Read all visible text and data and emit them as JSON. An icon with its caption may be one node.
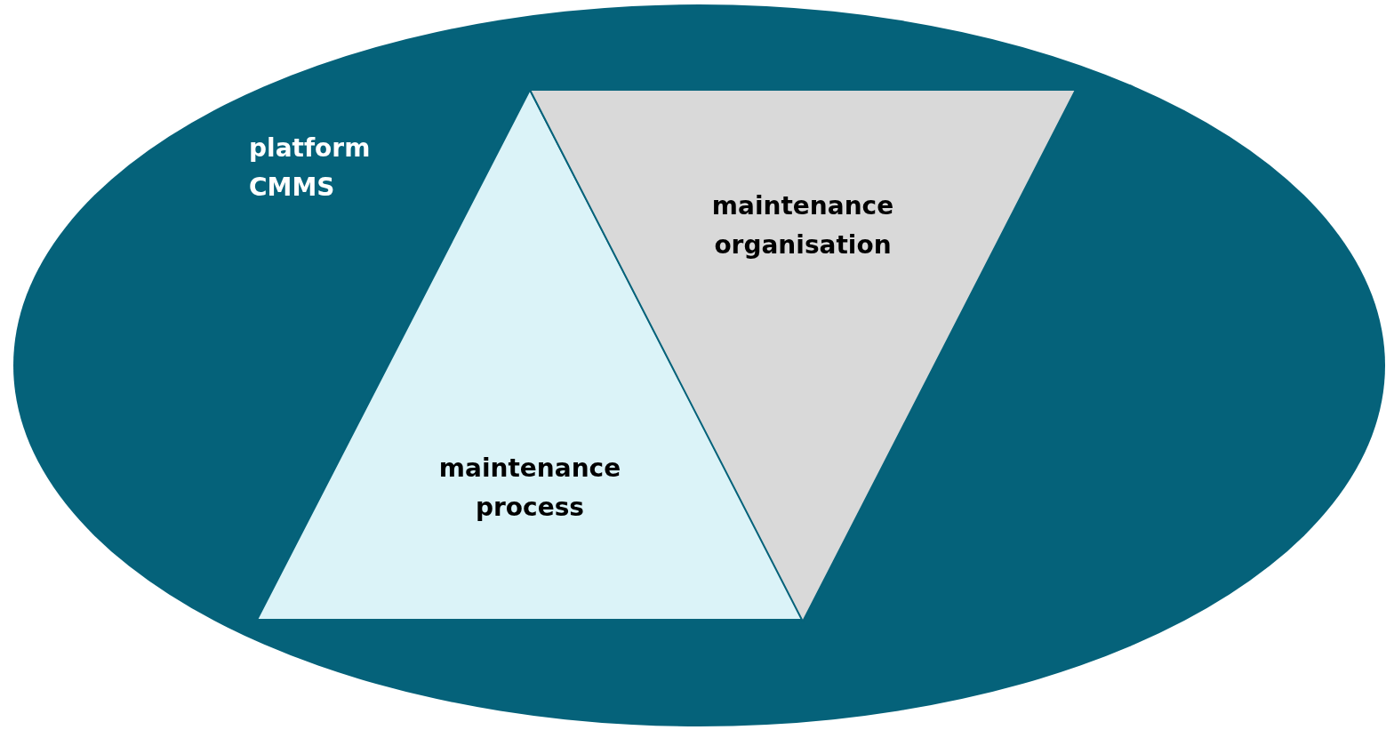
{
  "diagram": {
    "nodes": [
      {
        "text": [
          "platform CMMS"
        ]
      },
      {
        "text": [
          "maintenance process"
        ],
        "in": 0
      },
      {
        "text": [
          "maintenance organisation"
        ],
        "in": 0
      }
    ]
  }
}
